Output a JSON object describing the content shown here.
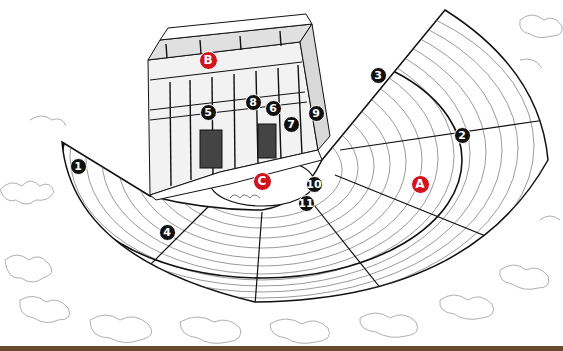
{
  "diagram": {
    "labels": [
      "B",
      "3",
      "8",
      "5",
      "6",
      "9",
      "7",
      "2",
      "1",
      "C",
      "10",
      "A",
      "11",
      "4"
    ]
  }
}
